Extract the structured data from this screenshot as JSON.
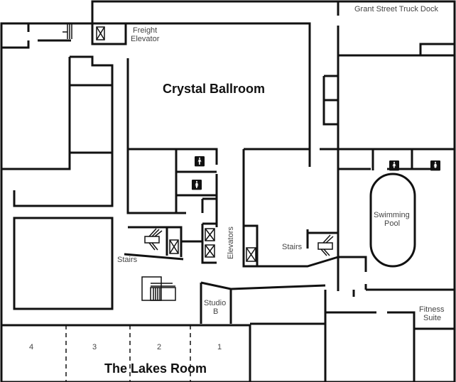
{
  "rooms": {
    "crystal_ballroom": "Crystal Ballroom",
    "lakes_room": "The Lakes Room",
    "lakes_sections": [
      "4",
      "3",
      "2",
      "1"
    ],
    "truck_dock": "Grant Street Truck Dock",
    "freight_elevator_1": "Freight",
    "freight_elevator_2": "Elevator",
    "swimming_pool_1": "Swimming",
    "swimming_pool_2": "Pool",
    "fitness_suite_1": "Fitness",
    "fitness_suite_2": "Suite",
    "studio_b_1": "Studio",
    "studio_b_2": "B",
    "stairs_left": "Stairs",
    "stairs_right": "Stairs",
    "elevators": "Elevators"
  },
  "icons": [
    "mens-restroom-icon",
    "womens-restroom-icon",
    "elevator-icon",
    "stairs-icon"
  ]
}
